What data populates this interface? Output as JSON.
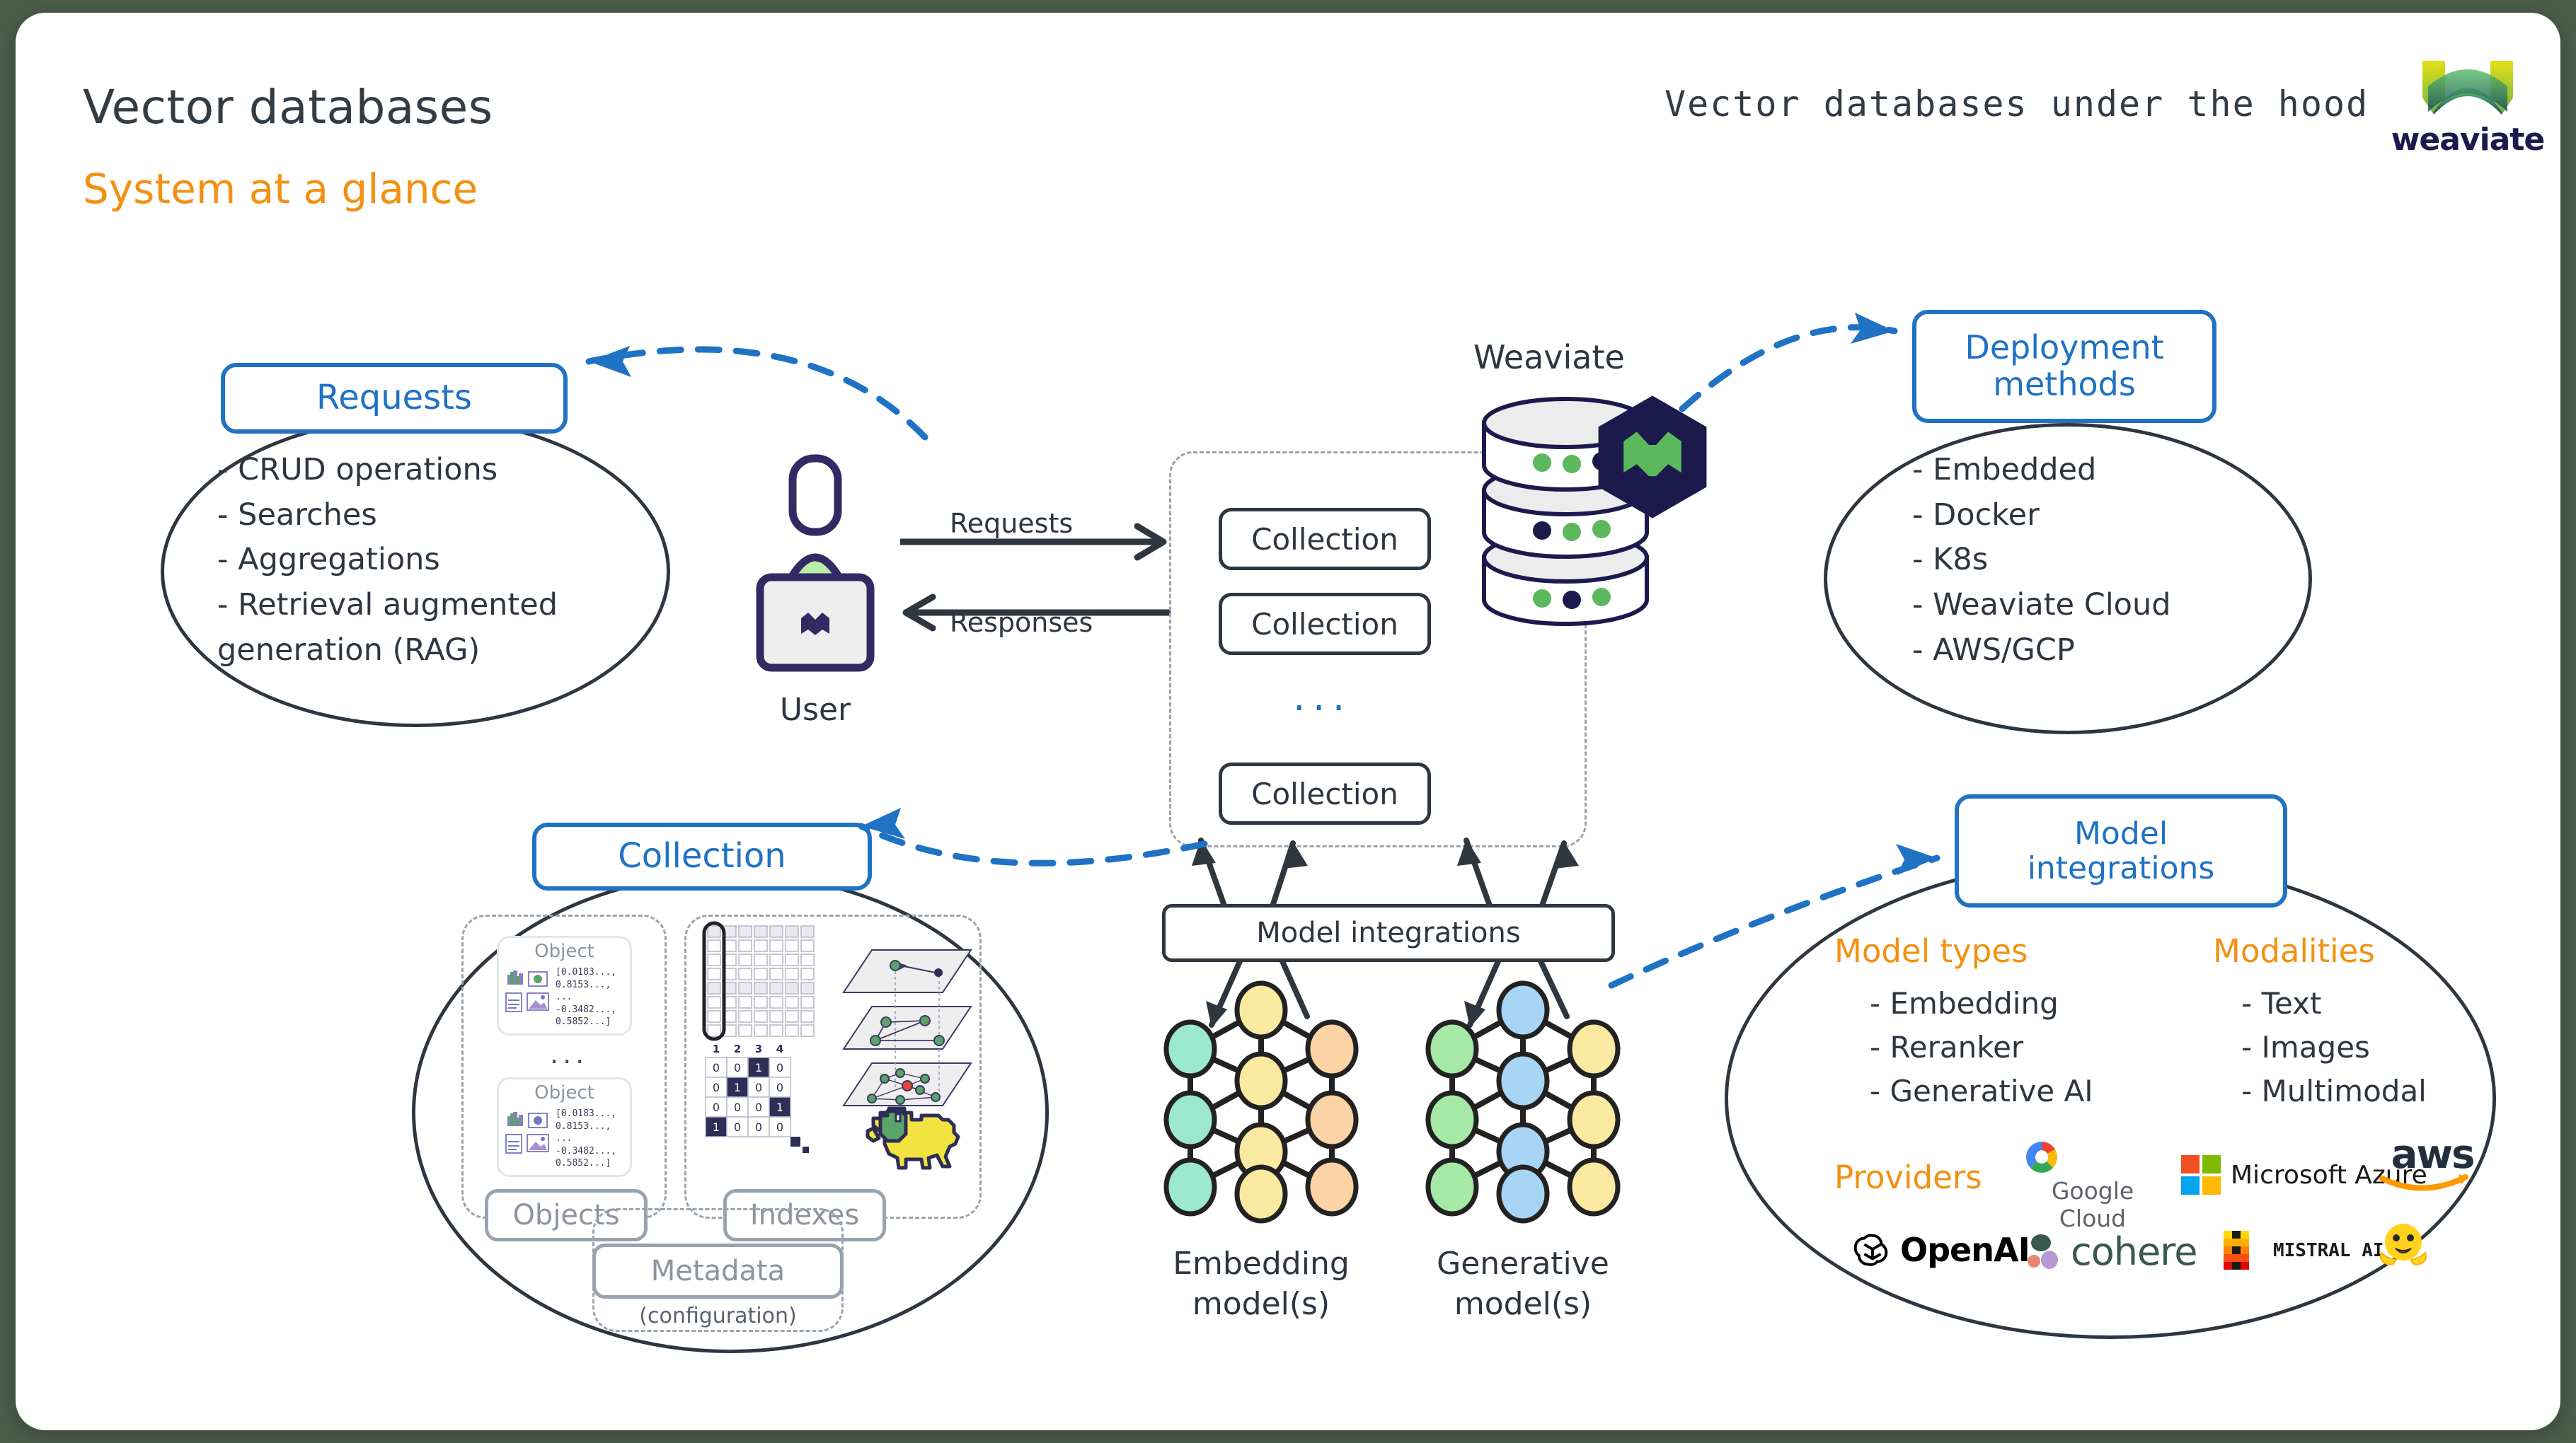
{
  "header": {
    "title": "Vector databases",
    "subtitle": "System at a glance",
    "deck_title": "Vector databases under the hood",
    "brand_name": "weaviate"
  },
  "colors": {
    "accent_blue": "#1f72c4",
    "accent_orange": "#f29111",
    "ink": "#2e3640",
    "navy": "#1c1a4d",
    "green": "#5cb85c",
    "page_bg": "#4c5d4a",
    "node_teal": "#9be8cf",
    "node_yellow": "#fae9a0",
    "node_peach": "#fbd3a5",
    "node_green": "#a6e8a6",
    "node_blue": "#a8d4f5"
  },
  "requests_panel": {
    "title": "Requests",
    "items": [
      "- CRUD operations",
      "- Searches",
      "- Aggregations",
      "- Retrieval augmented",
      "   generation (RAG)"
    ]
  },
  "deployment_panel": {
    "title": "Deployment\nmethods",
    "title_line1": "Deployment",
    "title_line2": "methods",
    "items": [
      "- Embedded",
      "- Docker",
      "- K8s",
      "- Weaviate Cloud",
      "- AWS/GCP"
    ]
  },
  "center": {
    "weaviate_label": "Weaviate",
    "user_label": "User",
    "arrow_requests": "Requests",
    "arrow_responses": "Responses",
    "collections": [
      "Collection",
      "Collection",
      "Collection"
    ],
    "ellipsis": "...",
    "model_integrations_bar": "Model integrations",
    "embedding_label_l1": "Embedding",
    "embedding_label_l2": "model(s)",
    "generative_label_l1": "Generative",
    "generative_label_l2": "model(s)"
  },
  "collection_panel": {
    "title": "Collection",
    "objects_label": "Objects",
    "object_card_title": "Object",
    "object_vector": [
      "[0.0183...,",
      "0.8153...,",
      "...",
      "-0.3482...,",
      "0.5852...]"
    ],
    "ellipsis": "...",
    "indexes_label": "Indexes",
    "metadata_label": "Metadata",
    "metadata_sub": "(configuration)",
    "index_matrix_headers": [
      "1",
      "2",
      "3",
      "4"
    ],
    "index_matrix": [
      [
        "0",
        "0",
        "1",
        "0"
      ],
      [
        "0",
        "1",
        "0",
        "0"
      ],
      [
        "0",
        "0",
        "0",
        "1"
      ],
      [
        "1",
        "0",
        "0",
        "0"
      ]
    ]
  },
  "model_panel": {
    "title_line1": "Model",
    "title_line2": "integrations",
    "model_types_heading": "Model types",
    "model_types": [
      "- Embedding",
      "- Reranker",
      "- Generative AI"
    ],
    "modalities_heading": "Modalities",
    "modalities": [
      "- Text",
      "- Images",
      "- Multimodal"
    ],
    "providers_heading": "Providers",
    "providers": [
      "Google Cloud",
      "Microsoft Azure",
      "aws",
      "OpenAI",
      "cohere",
      "MISTRAL AI_",
      "Hugging Face"
    ]
  }
}
